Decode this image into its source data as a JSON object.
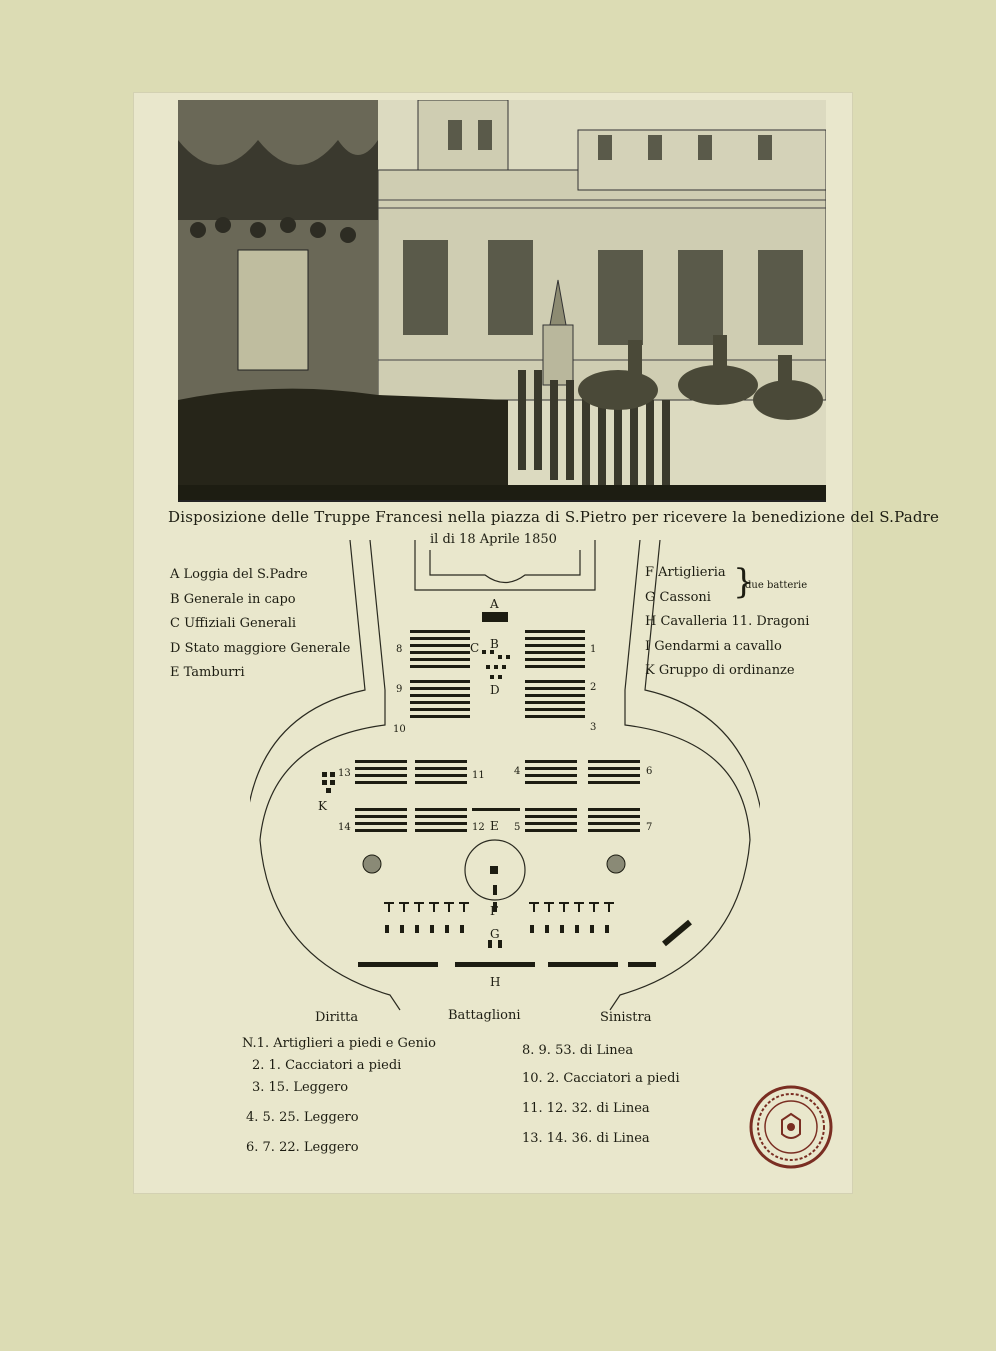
{
  "caption": "Disposizione delle Truppe Francesi nella piazza di S.Pietro per ricevere la benedizione del S.Padre",
  "date": "il di 18 Aprile 1850",
  "legend_left": [
    {
      "key": "A",
      "text": "Loggia del S.Padre"
    },
    {
      "key": "B",
      "text": "Generale in capo"
    },
    {
      "key": "C",
      "text": "Uffiziali Generali"
    },
    {
      "key": "D",
      "text": "Stato maggiore Generale"
    },
    {
      "key": "E",
      "text": "Tamburri"
    }
  ],
  "legend_right": [
    {
      "key": "F",
      "text": "Artiglieria"
    },
    {
      "key": "G",
      "text": "Cassoni"
    },
    {
      "key": "H",
      "text": "Cavalleria 11. Dragoni"
    },
    {
      "key": "I",
      "text": "Gendarmi a cavallo"
    },
    {
      "key": "K",
      "text": "Gruppo di ordinanze"
    }
  ],
  "due_batterie": "due batterie",
  "plan_labels": {
    "A": "A",
    "B": "B",
    "C": "C",
    "D": "D",
    "E": "E",
    "F": "F",
    "G": "G",
    "H": "H",
    "K": "K",
    "n1": "1",
    "n2": "2",
    "n3": "3",
    "n4": "4",
    "n5": "5",
    "n6": "6",
    "n7": "7",
    "n8": "8",
    "n9": "9",
    "n10": "10",
    "n11": "11",
    "n12": "12",
    "n13": "13",
    "n14": "14"
  },
  "side_labels": {
    "left": "Diritta",
    "center": "Battaglioni",
    "right": "Sinistra"
  },
  "battalions_left": [
    "N.1. Artiglieri a piedi e Genio",
    "2. 1. Cacciatori a piedi",
    "3. 15. Leggero",
    "4. 5. 25. Leggero",
    "6. 7. 22. Leggero"
  ],
  "battalions_right": [
    "8. 9. 53. di Linea",
    "10. 2. Cacciatori a piedi",
    "11. 12. 32. di Linea",
    "13. 14. 36. di Linea"
  ]
}
